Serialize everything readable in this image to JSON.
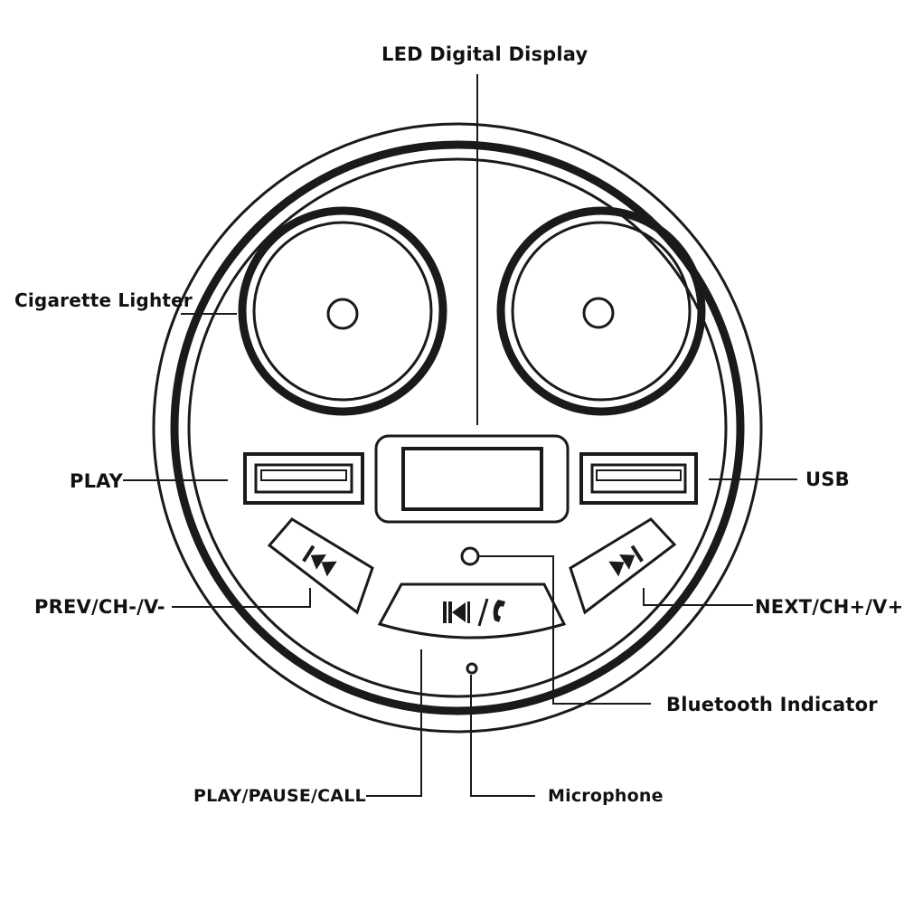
{
  "labels": {
    "led_display": "LED Digital Display",
    "cigarette_lighter": "Cigarette Lighter",
    "play": "PLAY",
    "usb": "USB",
    "prev": "PREV/CH-/V-",
    "next": "NEXT/CH+/V+",
    "bluetooth_indicator": "Bluetooth Indicator",
    "play_pause_call": "PLAY/PAUSE/CALL",
    "microphone": "Microphone"
  },
  "icons": {
    "prev_button": "rewind-icon",
    "next_button": "fast-forward-icon",
    "play_pause_call_button": "play-pause-call-icon"
  },
  "colors": {
    "line": "#1a1a1a",
    "background": "#ffffff"
  }
}
